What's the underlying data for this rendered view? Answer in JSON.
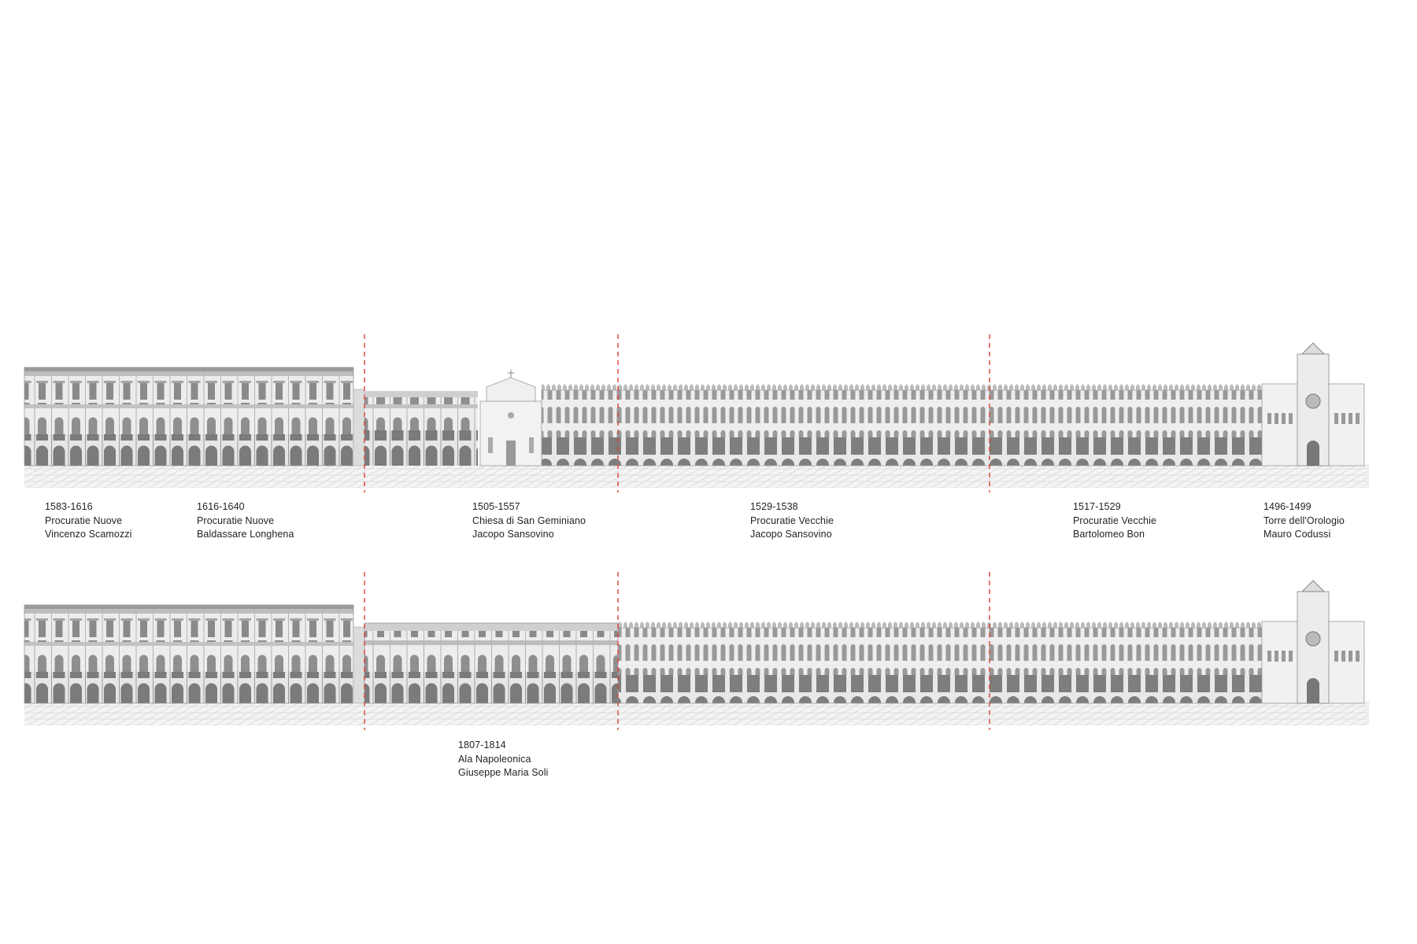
{
  "colors": {
    "divider": "#d9412e",
    "drawing": "#6f6f6f",
    "text": "#222222"
  },
  "rows": [
    {
      "labels": [
        {
          "years": "1583-1616",
          "building": "Procuratie Nuove",
          "architect": "Vincenzo Scamozzi"
        },
        {
          "years": "1616-1640",
          "building": "Procuratie Nuove",
          "architect": "Baldassare Longhena"
        },
        {
          "years": "1505-1557",
          "building": "Chiesa di San Geminiano",
          "architect": "Jacopo Sansovino"
        },
        {
          "years": "1529-1538",
          "building": "Procuratie Vecchie",
          "architect": "Jacopo Sansovino"
        },
        {
          "years": "1517-1529",
          "building": "Procuratie Vecchie",
          "architect": "Bartolomeo Bon"
        },
        {
          "years": "1496-1499",
          "building": "Torre dell'Orologio",
          "architect": "Mauro Codussi"
        }
      ]
    },
    {
      "labels": [
        {
          "years": "1807-1814",
          "building": "Ala Napoleonica",
          "architect": "Giuseppe Maria Soli"
        }
      ]
    }
  ]
}
